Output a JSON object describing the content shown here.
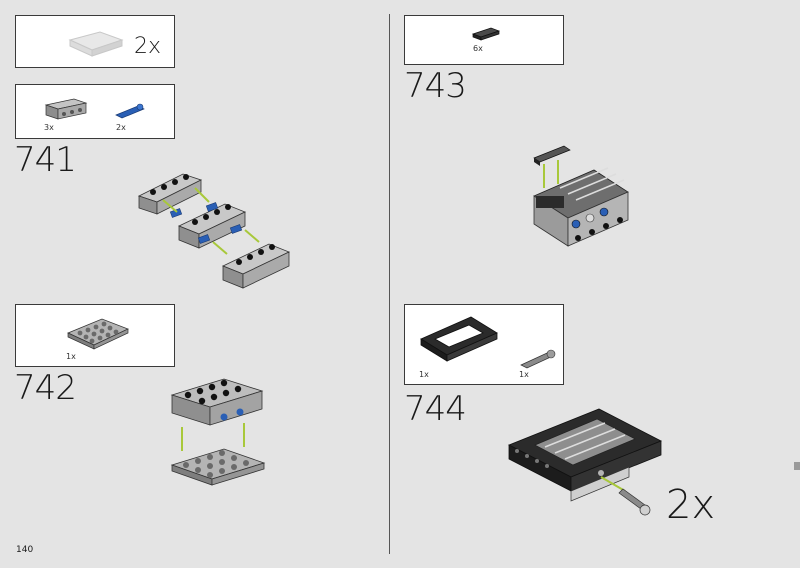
{
  "page_number": "140",
  "submodel_callout": {
    "multiplier": "2x"
  },
  "steps": [
    {
      "number": "741",
      "parts": [
        {
          "name": "grey-technic-brick-1x4",
          "qty": "3x"
        },
        {
          "name": "blue-axle-pin",
          "qty": "2x"
        }
      ]
    },
    {
      "number": "742",
      "parts": [
        {
          "name": "grey-plate-4x4",
          "qty": "1x"
        }
      ]
    },
    {
      "number": "743",
      "parts": [
        {
          "name": "dark-grey-tile",
          "qty": "6x"
        }
      ]
    },
    {
      "number": "744",
      "parts": [
        {
          "name": "black-frame-5x7",
          "qty": "1x"
        },
        {
          "name": "grey-axle-pin-with-friction",
          "qty": "1x"
        }
      ],
      "multiplier": "2x"
    }
  ],
  "colors": {
    "background": "#e4e4e4",
    "arrow": "#a8c83a",
    "blue": "#2a5fb5",
    "grey": "#9b9b9b",
    "dark": "#2b2b2b"
  }
}
